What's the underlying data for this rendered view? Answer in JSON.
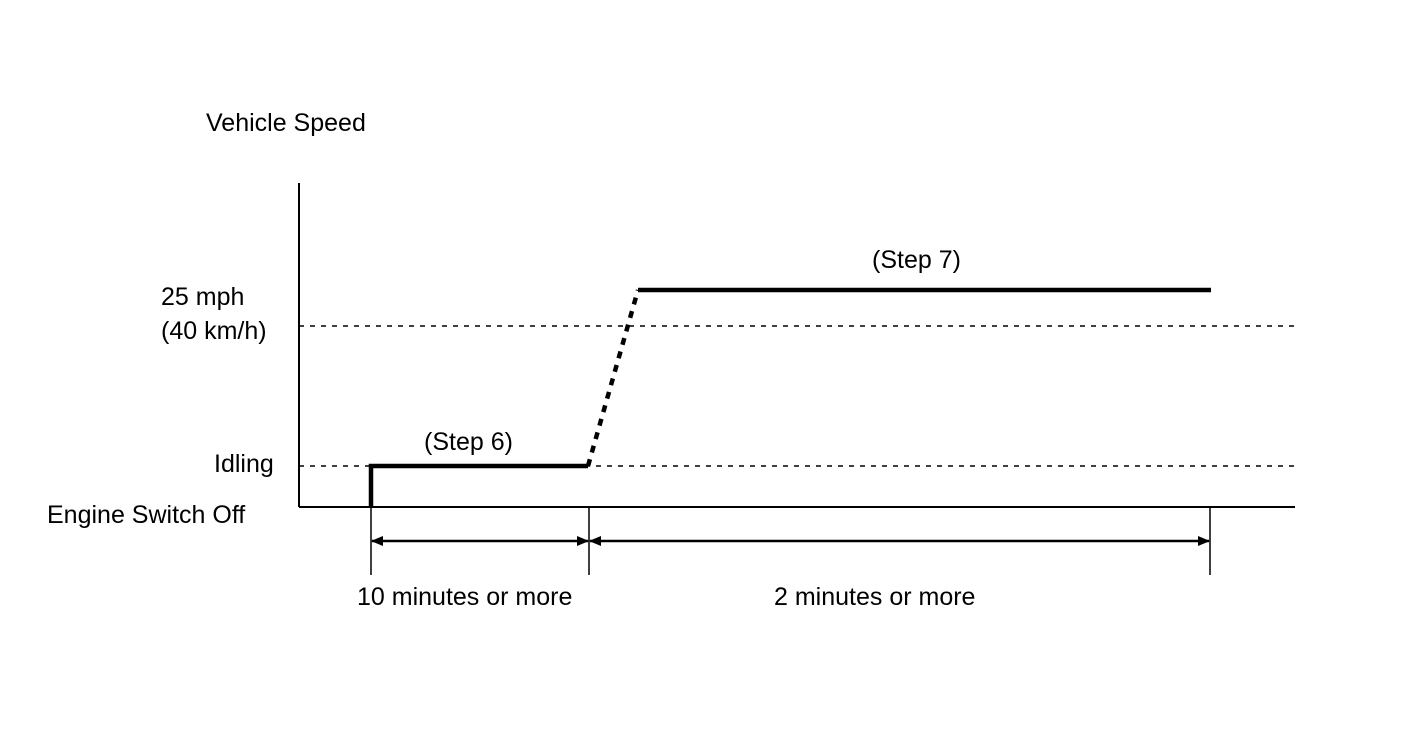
{
  "diagram": {
    "y_axis_title": "Vehicle Speed",
    "levels": {
      "speed_line1": "25 mph",
      "speed_line2": "(40 km/h)",
      "idling": "Idling",
      "engine_off": "Engine Switch Off"
    },
    "steps": {
      "step6": "(Step 6)",
      "step7": "(Step 7)"
    },
    "durations": {
      "first": "10 minutes or more",
      "second": "2 minutes or more"
    },
    "colors": {
      "line": "#000000",
      "background": "#ffffff"
    }
  }
}
